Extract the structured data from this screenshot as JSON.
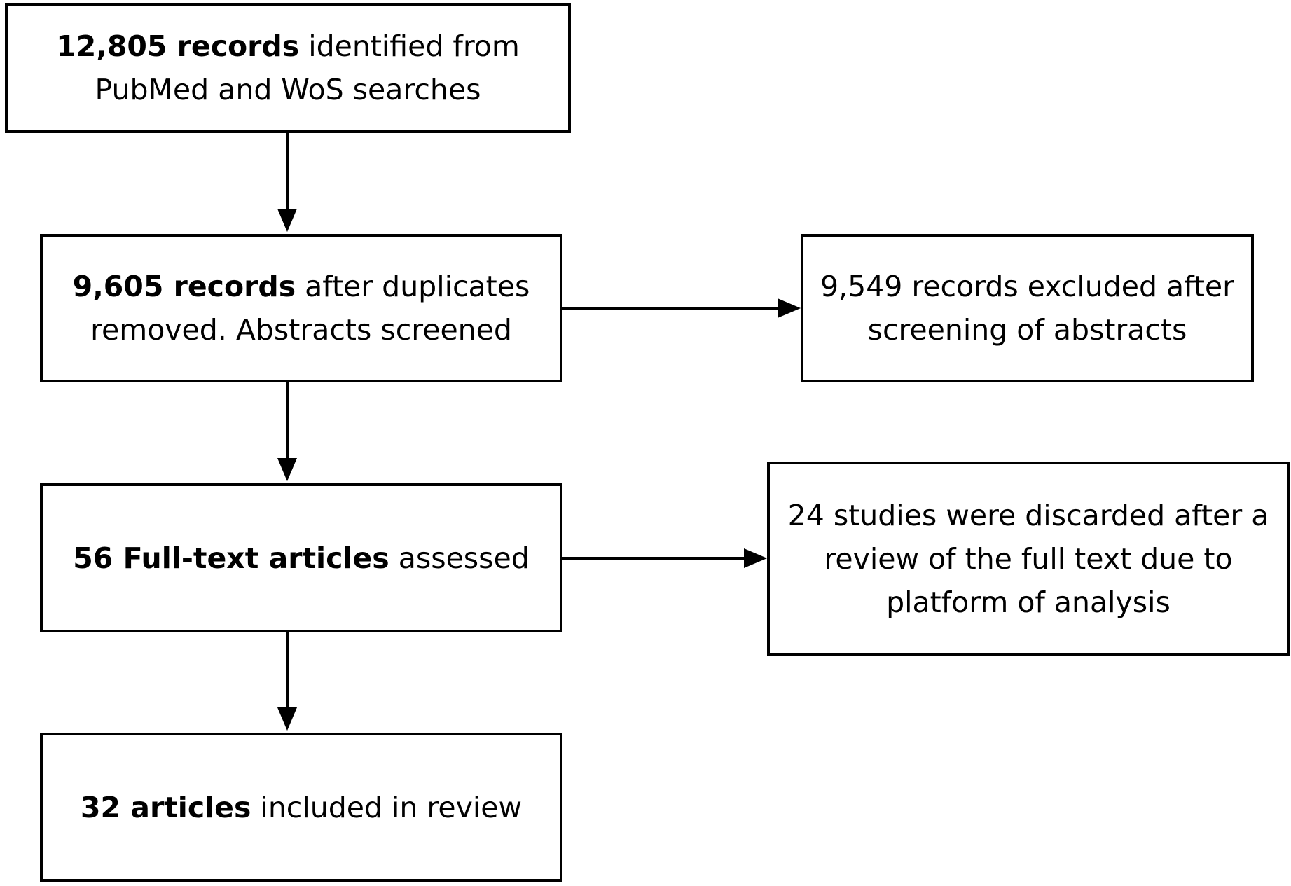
{
  "boxes": {
    "identified": {
      "bold": "12,805 records",
      "line1_rest": " identified from",
      "line2": "PubMed and WoS searches"
    },
    "screened": {
      "bold": "9,605 records",
      "line1_rest": " after duplicates",
      "line2": "removed. Abstracts screened"
    },
    "excluded": {
      "line1": "9,549 records excluded after",
      "line2": "screening of abstracts"
    },
    "fulltext": {
      "bold": "56 Full-text articles",
      "rest": " assessed"
    },
    "discarded": {
      "line1": "24 studies were discarded after a",
      "line2": "review of the full text due to",
      "line3": "platform of analysis"
    },
    "included": {
      "bold": "32 articles",
      "rest": " included in review"
    }
  }
}
